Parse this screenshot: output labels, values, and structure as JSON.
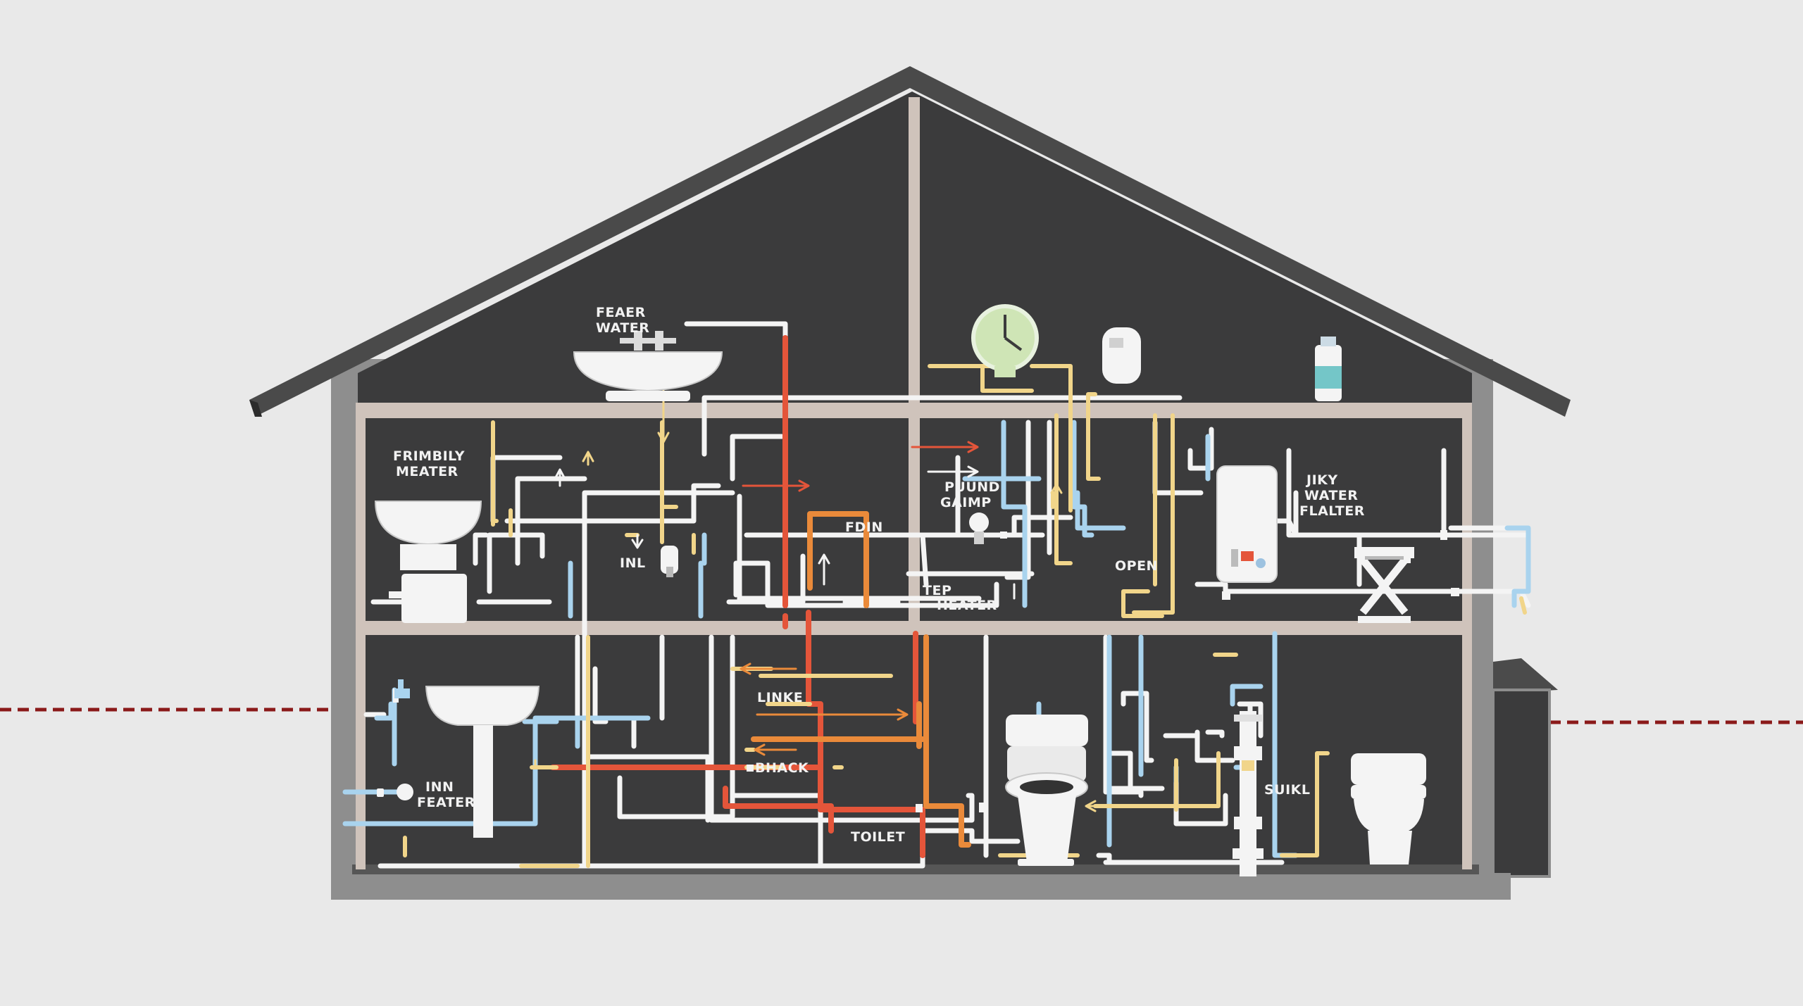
{
  "labels": {
    "feaer_line1": "FEAER",
    "feaer_line2": "WATER",
    "frimbily_line1": "FRIMBILY",
    "frimbily_line2": "MEATER",
    "puund_line1": "PUUND",
    "puund_line2": "GAIMP",
    "jiky_line1": "JIKY",
    "jiky_line2": "WATER",
    "jiky_line3": "FLALTER",
    "fdin": "FDIN",
    "inl": "INL",
    "tep_line1": "TEP",
    "tep_line2": "HEATER",
    "open": "OPEN",
    "linke": "LINKE",
    "bhack": "BHACK",
    "toilet": "TOILET",
    "inn_line1": "INN",
    "inn_line2": "FEATER",
    "suikl": "SUIKL"
  },
  "colors": {
    "background": "#e9e9e9",
    "roof": "#4a4a4a",
    "interior": "#3b3b3c",
    "frame": "#cfc3bb",
    "hot_pipe": "#e4553a",
    "orange_pipe": "#ea8a3a",
    "cold_pipe": "#a9d3ee",
    "white_pipe": "#f4f4f4",
    "yellow_pipe": "#f1d58a",
    "property_line": "#8b1a1a"
  },
  "icons": [
    "sink-icon",
    "clock-gauge-icon",
    "water-heater-icon",
    "toilet-icon",
    "bottle-icon",
    "filter-stand-icon"
  ]
}
